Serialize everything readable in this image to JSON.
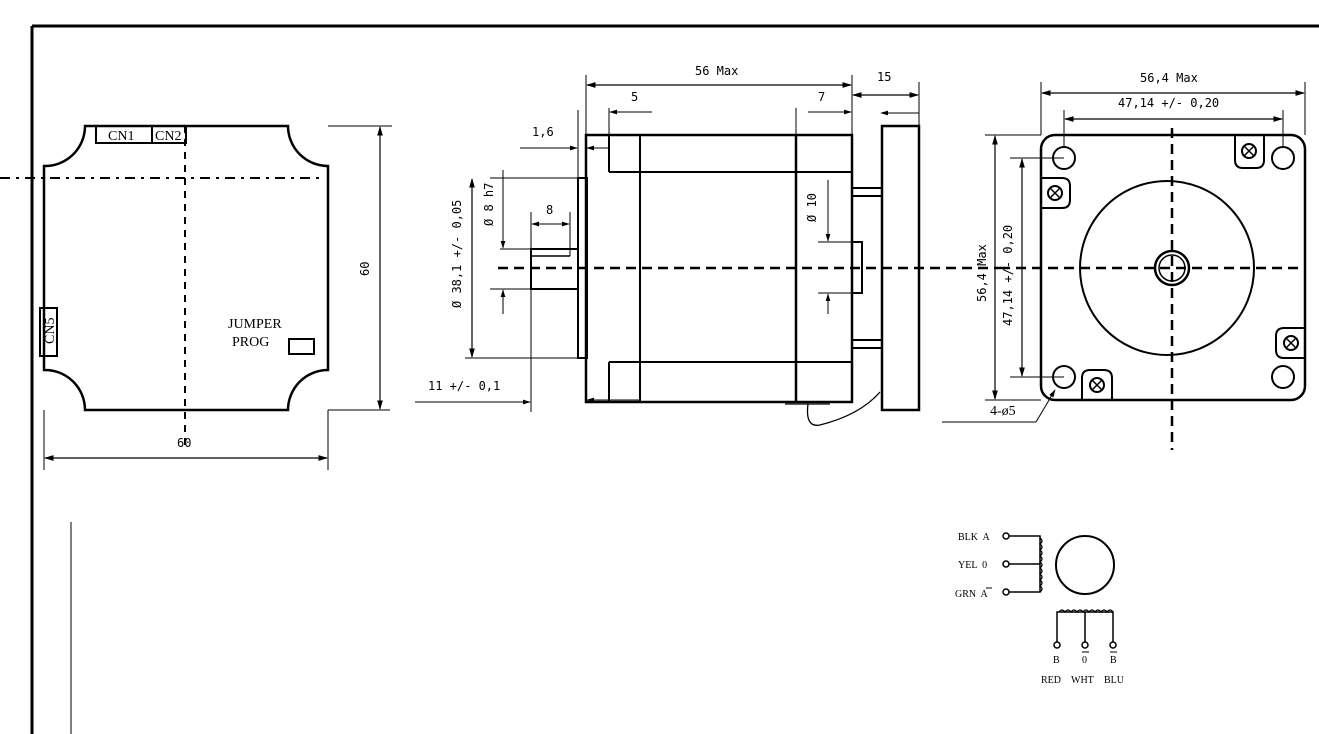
{
  "driver_view": {
    "connectors": {
      "cn1": "CN1",
      "cn2": "CN2",
      "cn5": "CN5"
    },
    "jumper_label": [
      "JUMPER",
      "PROG"
    ],
    "dim_height": "60",
    "dim_width": "60"
  },
  "side_view": {
    "dim_length": "56 Max",
    "dim_5": "5",
    "dim_7": "7",
    "dim_15": "15",
    "dim_1_6": "1,6",
    "dim_shaft_key": "8",
    "dim_shaft_dia": "Ø 8 h7",
    "dim_pilot_dia": "Ø 38,1 +/- 0,05",
    "dim_rear_shaft": "Ø 10",
    "dim_shaft_len": "11 +/- 0,1"
  },
  "front_view": {
    "dim_width_max": "56,4 Max",
    "dim_hole_spacing_h": "47,14 +/- 0,20",
    "dim_height_max": "56,4 Max",
    "dim_hole_spacing_v": "47,14 +/- 0,20",
    "holes": "4-ø5"
  },
  "wiring": {
    "left_leads": [
      "BLK  A",
      "YEL  0",
      "GRN  A"
    ],
    "bottom_phases": [
      "B",
      "0",
      "B"
    ],
    "bottom_colors": [
      "RED",
      "WHT",
      "BLU"
    ]
  }
}
